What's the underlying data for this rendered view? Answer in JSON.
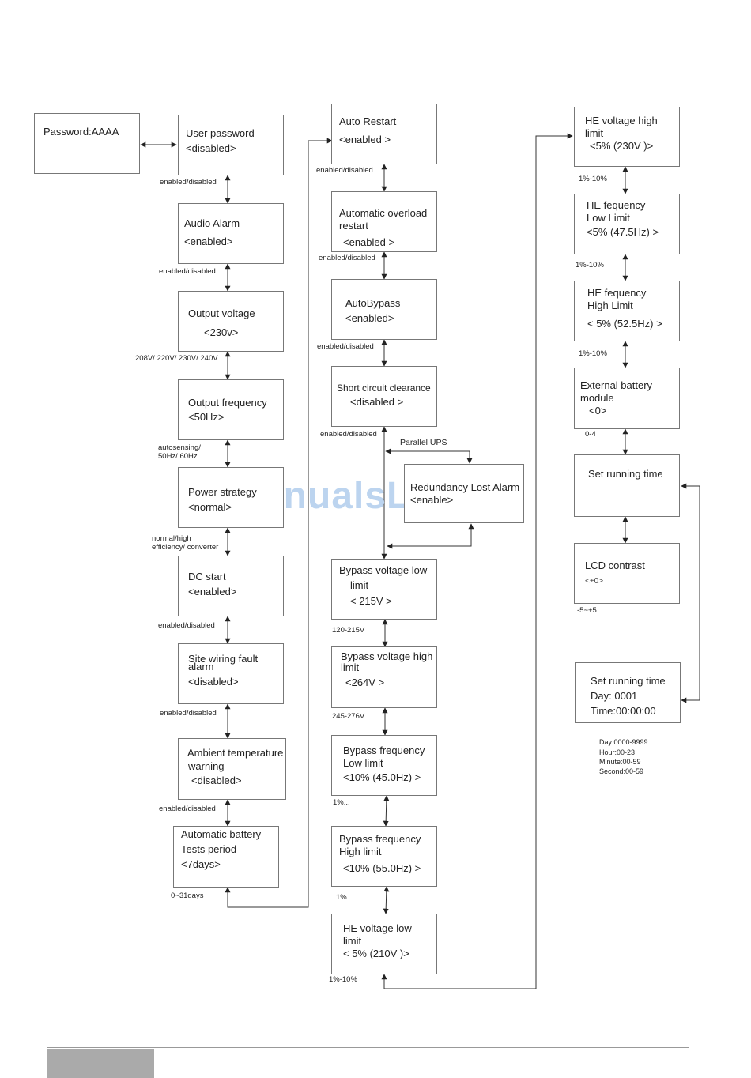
{
  "boxes": [
    {
      "id": "password",
      "lines": [
        "Password:AAAA"
      ]
    },
    {
      "id": "user-password",
      "lines": [
        "User password",
        "<disabled>"
      ]
    },
    {
      "id": "audio-alarm",
      "lines": [
        "Audio Alarm",
        "<enabled>"
      ]
    },
    {
      "id": "output-voltage",
      "lines": [
        "Output voltage",
        "<230v>"
      ]
    },
    {
      "id": "output-frequency",
      "lines": [
        "Output frequency",
        "<50Hz>"
      ]
    },
    {
      "id": "power-strategy",
      "lines": [
        "Power strategy",
        "<normal>"
      ]
    },
    {
      "id": "dc-start",
      "lines": [
        "DC start",
        "<enabled>"
      ]
    },
    {
      "id": "site-wiring-fault-alarm",
      "lines": [
        "Site wiring fault",
        "alarm",
        "<disabled>"
      ]
    },
    {
      "id": "ambient-temperature-warning",
      "lines": [
        "Ambient temperature",
        "warning",
        "<disabled>"
      ]
    },
    {
      "id": "automatic-battery-tests-period",
      "lines": [
        "Automatic battery",
        "Tests period",
        "<7days>"
      ]
    },
    {
      "id": "auto-restart",
      "lines": [
        "Auto Restart",
        "<enabled >"
      ]
    },
    {
      "id": "automatic-overload-restart",
      "lines": [
        "Automatic overload",
        "restart",
        "<enabled >"
      ]
    },
    {
      "id": "autobypass",
      "lines": [
        "AutoBypass",
        "<enabled>"
      ]
    },
    {
      "id": "short-circuit-clearance",
      "lines": [
        "Short circuit clearance",
        "<disabled >"
      ]
    },
    {
      "id": "redundancy-lost-alarm",
      "lines": [
        "Redundancy Lost Alarm",
        "<enable>"
      ]
    },
    {
      "id": "bypass-voltage-low-limit",
      "lines": [
        "Bypass voltage low",
        "limit",
        "< 215V >"
      ]
    },
    {
      "id": "bypass-voltage-high-limit",
      "lines": [
        "Bypass voltage high",
        "limit",
        "<264V >"
      ]
    },
    {
      "id": "bypass-frequency-low-limit",
      "lines": [
        "Bypass frequency",
        "Low limit",
        "<10% (45.0Hz) >"
      ]
    },
    {
      "id": "bypass-frequency-high-limit",
      "lines": [
        "Bypass frequency",
        "High limit",
        "<10%  (55.0Hz) >"
      ]
    },
    {
      "id": "he-voltage-low-limit",
      "lines": [
        "HE voltage  low",
        "limit",
        "< 5% (210V )>"
      ]
    },
    {
      "id": "he-voltage-high-limit",
      "lines": [
        "HE voltage high",
        "limit",
        "<5% (230V )>"
      ]
    },
    {
      "id": "he-frequency-low-limit",
      "lines": [
        "HE fequency",
        "Low Limit",
        "<5% (47.5Hz) >"
      ]
    },
    {
      "id": "he-frequency-high-limit",
      "lines": [
        "HE fequency",
        "High Limit",
        "< 5% (52.5Hz) >"
      ]
    },
    {
      "id": "external-battery-module",
      "lines": [
        "External battery",
        "module",
        "<0>"
      ]
    },
    {
      "id": "set-running-time-menu",
      "lines": [
        "Set running time"
      ]
    },
    {
      "id": "lcd-contrast",
      "lines": [
        "LCD contrast",
        "<+0>"
      ]
    },
    {
      "id": "set-running-time-detail",
      "lines": [
        "Set running time",
        "Day: 0001",
        "Time:00:00:00"
      ]
    }
  ],
  "labels": [
    {
      "id": "range-user-password",
      "text": "enabled/disabled"
    },
    {
      "id": "range-audio-alarm",
      "text": "enabled/disabled"
    },
    {
      "id": "range-output-voltage",
      "text": "208V/ 220V/ 230V/ 240V"
    },
    {
      "id": "range-output-frequency",
      "lines": [
        "autosensing/",
        "50Hz/ 60Hz"
      ]
    },
    {
      "id": "range-power-strategy",
      "lines": [
        "normal/high",
        "efficiency/ converter"
      ]
    },
    {
      "id": "range-dc-start",
      "text": "enabled/disabled"
    },
    {
      "id": "range-site-wiring",
      "text": "enabled/disabled"
    },
    {
      "id": "range-ambient-temperature",
      "text": "enabled/disabled"
    },
    {
      "id": "range-battery-tests",
      "text": "0~31days"
    },
    {
      "id": "range-auto-restart",
      "text": "enabled/disabled"
    },
    {
      "id": "range-overload-restart",
      "text": "enabled/disabled"
    },
    {
      "id": "range-autobypass",
      "text": "enabled/disabled"
    },
    {
      "id": "range-short-circuit",
      "text": "enabled/disabled"
    },
    {
      "id": "parallel-ups",
      "text": "Parallel UPS"
    },
    {
      "id": "range-bypass-voltage-low",
      "text": "120-215V"
    },
    {
      "id": "range-bypass-voltage-high",
      "text": "245-276V"
    },
    {
      "id": "range-bypass-frequency-low",
      "text": "1%..."
    },
    {
      "id": "range-bypass-frequency-high",
      "text": "1%    ..."
    },
    {
      "id": "range-he-voltage-low",
      "text": "1%-10%"
    },
    {
      "id": "range-he-voltage-high",
      "text": "1%-10%"
    },
    {
      "id": "range-he-frequency-low",
      "text": "1%-10%"
    },
    {
      "id": "range-he-frequency-high",
      "text": "1%-10%"
    },
    {
      "id": "range-external-battery",
      "text": "0-4"
    },
    {
      "id": "range-lcd-contrast",
      "text": "-5~+5"
    },
    {
      "id": "range-running-time",
      "lines": [
        "Day:0000-9999",
        "Hour:00-23",
        "Minute:00-59",
        "Second:00-59"
      ]
    }
  ],
  "watermark": "ManualsLib.de"
}
